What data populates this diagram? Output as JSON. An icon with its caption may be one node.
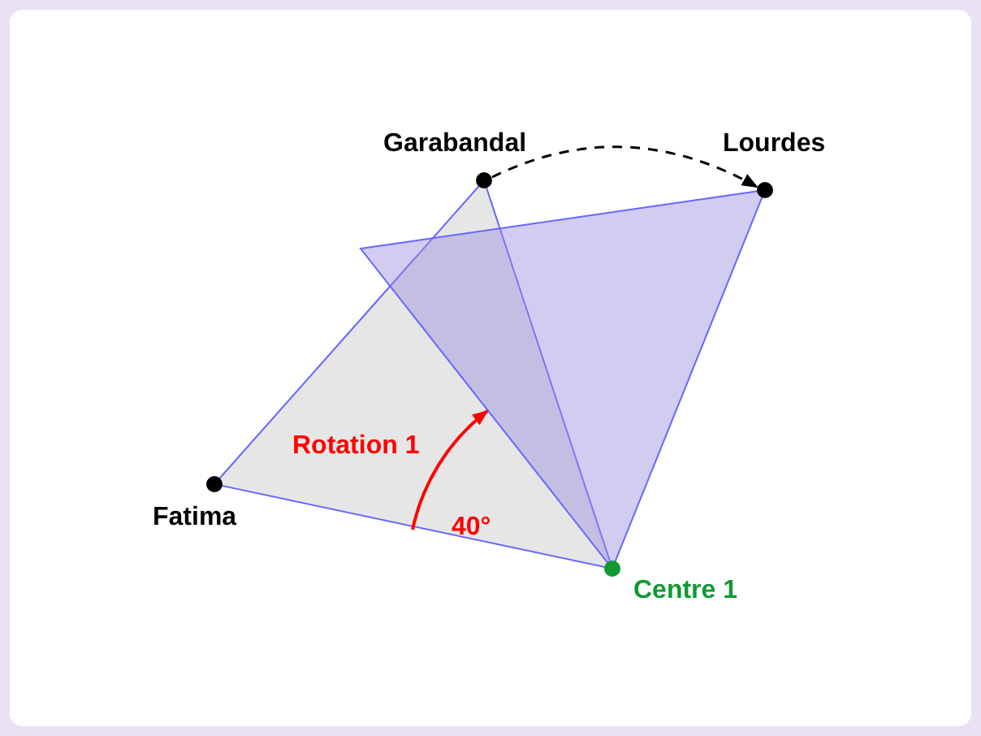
{
  "diagram": {
    "nodes": [
      {
        "text": [
          "Garabandal"
        ]
      },
      {
        "text": [
          "Lourdes"
        ]
      },
      {
        "text": [
          "Fatima"
        ]
      },
      {
        "text": [
          "Centre 1"
        ]
      }
    ],
    "edges": [
      {
        "from": 0,
        "to": 1,
        "arrow": "to",
        "style": "dashed"
      }
    ],
    "labels": [
      "Rotation 1",
      "40°"
    ]
  }
}
